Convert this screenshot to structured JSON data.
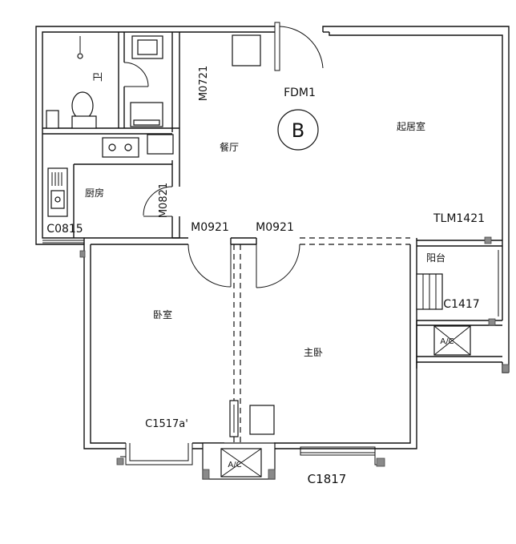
{
  "plan": {
    "rooms": {
      "bathroom": "卫",
      "kitchen": "厨房",
      "dining": "餐厅",
      "living": "起居室",
      "bedroom": "卧室",
      "master_bedroom": "主卧",
      "balcony": "阳台"
    },
    "codes": {
      "entry_door": "FDM1",
      "unit_type": "B",
      "bath_door": "M0721",
      "kitchen_door": "M0821",
      "bedroom_door": "M0921",
      "master_door": "M0921",
      "kitchen_window": "C0815",
      "balcony_door": "TLM1421",
      "balcony_window": "C1417",
      "bedroom_window": "C1517a'",
      "master_window": "C1817"
    },
    "ac_units": [
      "A/C",
      "A/C"
    ]
  }
}
